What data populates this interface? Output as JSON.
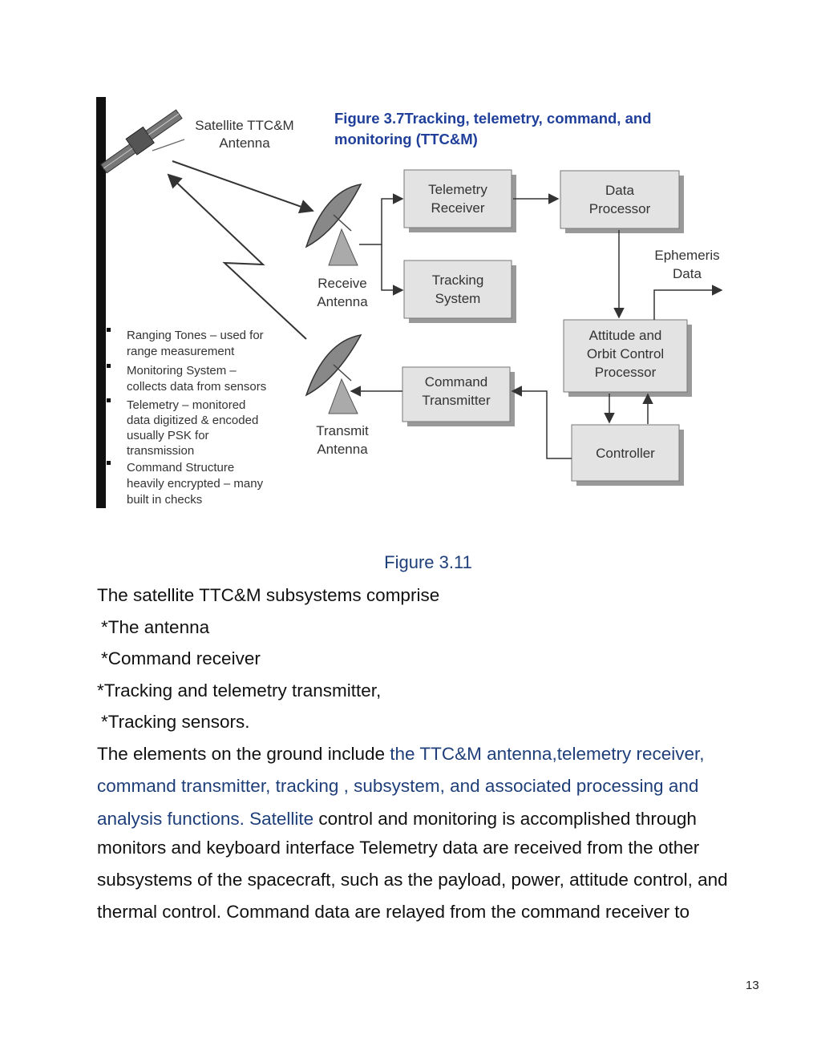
{
  "figure": {
    "title_line1": "Figure 3.7Tracking, telemetry, command, and",
    "title_line2": "monitoring (TTC&M)",
    "satellite_label_line1": "Satellite TTC&M",
    "satellite_label_line2": "Antenna",
    "receive_antenna_line1": "Receive",
    "receive_antenna_line2": "Antenna",
    "transmit_antenna_line1": "Transmit",
    "transmit_antenna_line2": "Antenna",
    "blocks": {
      "telemetry_receiver": [
        "Telemetry",
        "Receiver"
      ],
      "data_processor": [
        "Data",
        "Processor"
      ],
      "tracking_system": [
        "Tracking",
        "System"
      ],
      "attitude_processor": [
        "Attitude and",
        "Orbit Control",
        "Processor"
      ],
      "command_transmitter": [
        "Command",
        "Transmitter"
      ],
      "controller": [
        "Controller"
      ]
    },
    "ephemeris_line1": "Ephemeris",
    "ephemeris_line2": "Data",
    "bullets": [
      [
        "Ranging Tones – used for",
        "range measurement"
      ],
      [
        "Monitoring System –",
        "collects data from sensors"
      ],
      [
        "Telemetry – monitored",
        "data digitized & encoded",
        "usually PSK for",
        "transmission"
      ],
      [
        "Command Structure",
        "heavily encrypted – many",
        "built in checks"
      ]
    ]
  },
  "caption": "Figure 3.11",
  "body": {
    "line1": "The satellite TTC&M subsystems comprise",
    "line2": "*The antenna",
    "line3": "*Command receiver",
    "line4": "*Tracking and telemetry transmitter,",
    "line5": "*Tracking sensors.",
    "line6_a": "The elements on the ground include ",
    "line6_b": "the TTC&M antenna,telemetry receiver,",
    "line7": "command transmitter, tracking , subsystem, and associated processing and",
    "line8_a": "analysis  functions.  Satellite",
    "line8_b": " control and monitoring is accomplished through",
    "line9": "monitors and keyboard interface Telemetry data are received from the other",
    "line10": "subsystems of the spacecraft, such as the payload, power, attitude control, and",
    "line11": "thermal control. Command data are relayed from the command receiver to"
  },
  "page_number": "13"
}
